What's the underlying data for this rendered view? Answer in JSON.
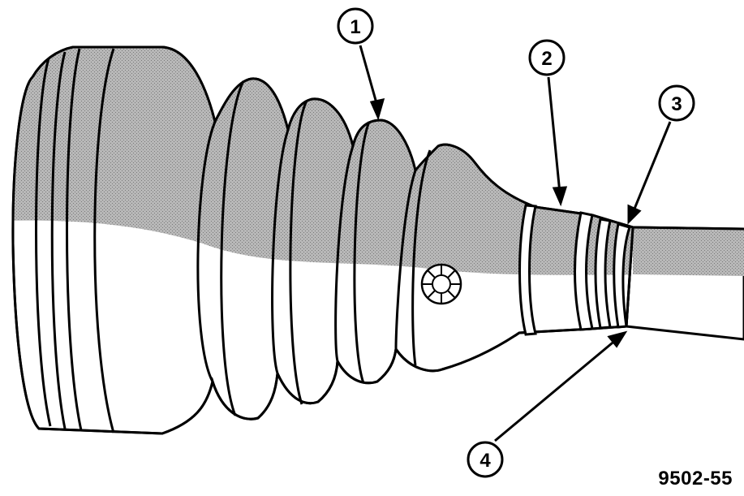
{
  "figure": {
    "id_label": "9502-55"
  },
  "callouts": [
    {
      "number": "1"
    },
    {
      "number": "2"
    },
    {
      "number": "3"
    },
    {
      "number": "4"
    }
  ]
}
